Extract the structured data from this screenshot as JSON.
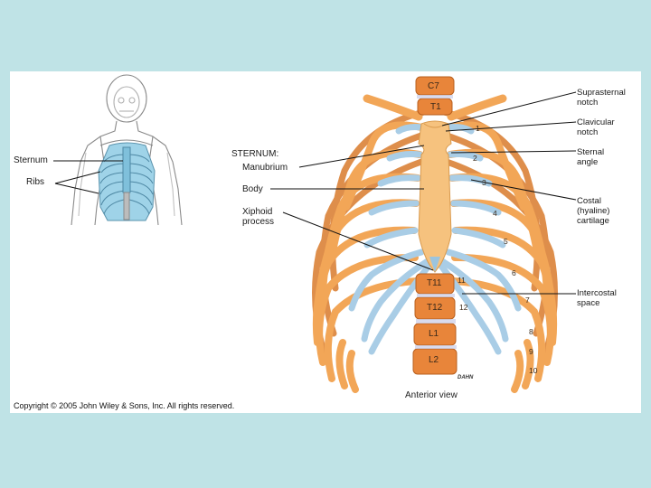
{
  "colors": {
    "page_bg": "#bfe3e6",
    "bone": "#f2a657",
    "bone_dark": "#d97b2c",
    "cartilage": "#a9cde6",
    "sternum": "#f6c27e",
    "vertebra": "#e8853a",
    "leader": "#111111"
  },
  "inset": {
    "sternum_label": "Sternum",
    "ribs_label": "Ribs"
  },
  "left_labels": {
    "heading": "STERNUM:",
    "manubrium": "Manubrium",
    "body": "Body",
    "xiphoid": "Xiphoid process"
  },
  "right_labels": {
    "suprasternal": "Suprasternal notch",
    "clavicular": "Clavicular notch",
    "sternal_angle": "Sternal angle",
    "costal": "Costal (hyaline) cartilage",
    "intercostal": "Intercostal space"
  },
  "vertebrae": [
    "C7",
    "T1",
    "T11",
    "T12",
    "L1",
    "L2"
  ],
  "rib_numbers": [
    "1",
    "2",
    "3",
    "4",
    "5",
    "6",
    "7",
    "8",
    "9",
    "10",
    "11",
    "12"
  ],
  "footer": {
    "copyright": "Copyright © 2005 John Wiley & Sons, Inc. All rights reserved.",
    "view": "Anterior view",
    "artist": "DAHN"
  }
}
